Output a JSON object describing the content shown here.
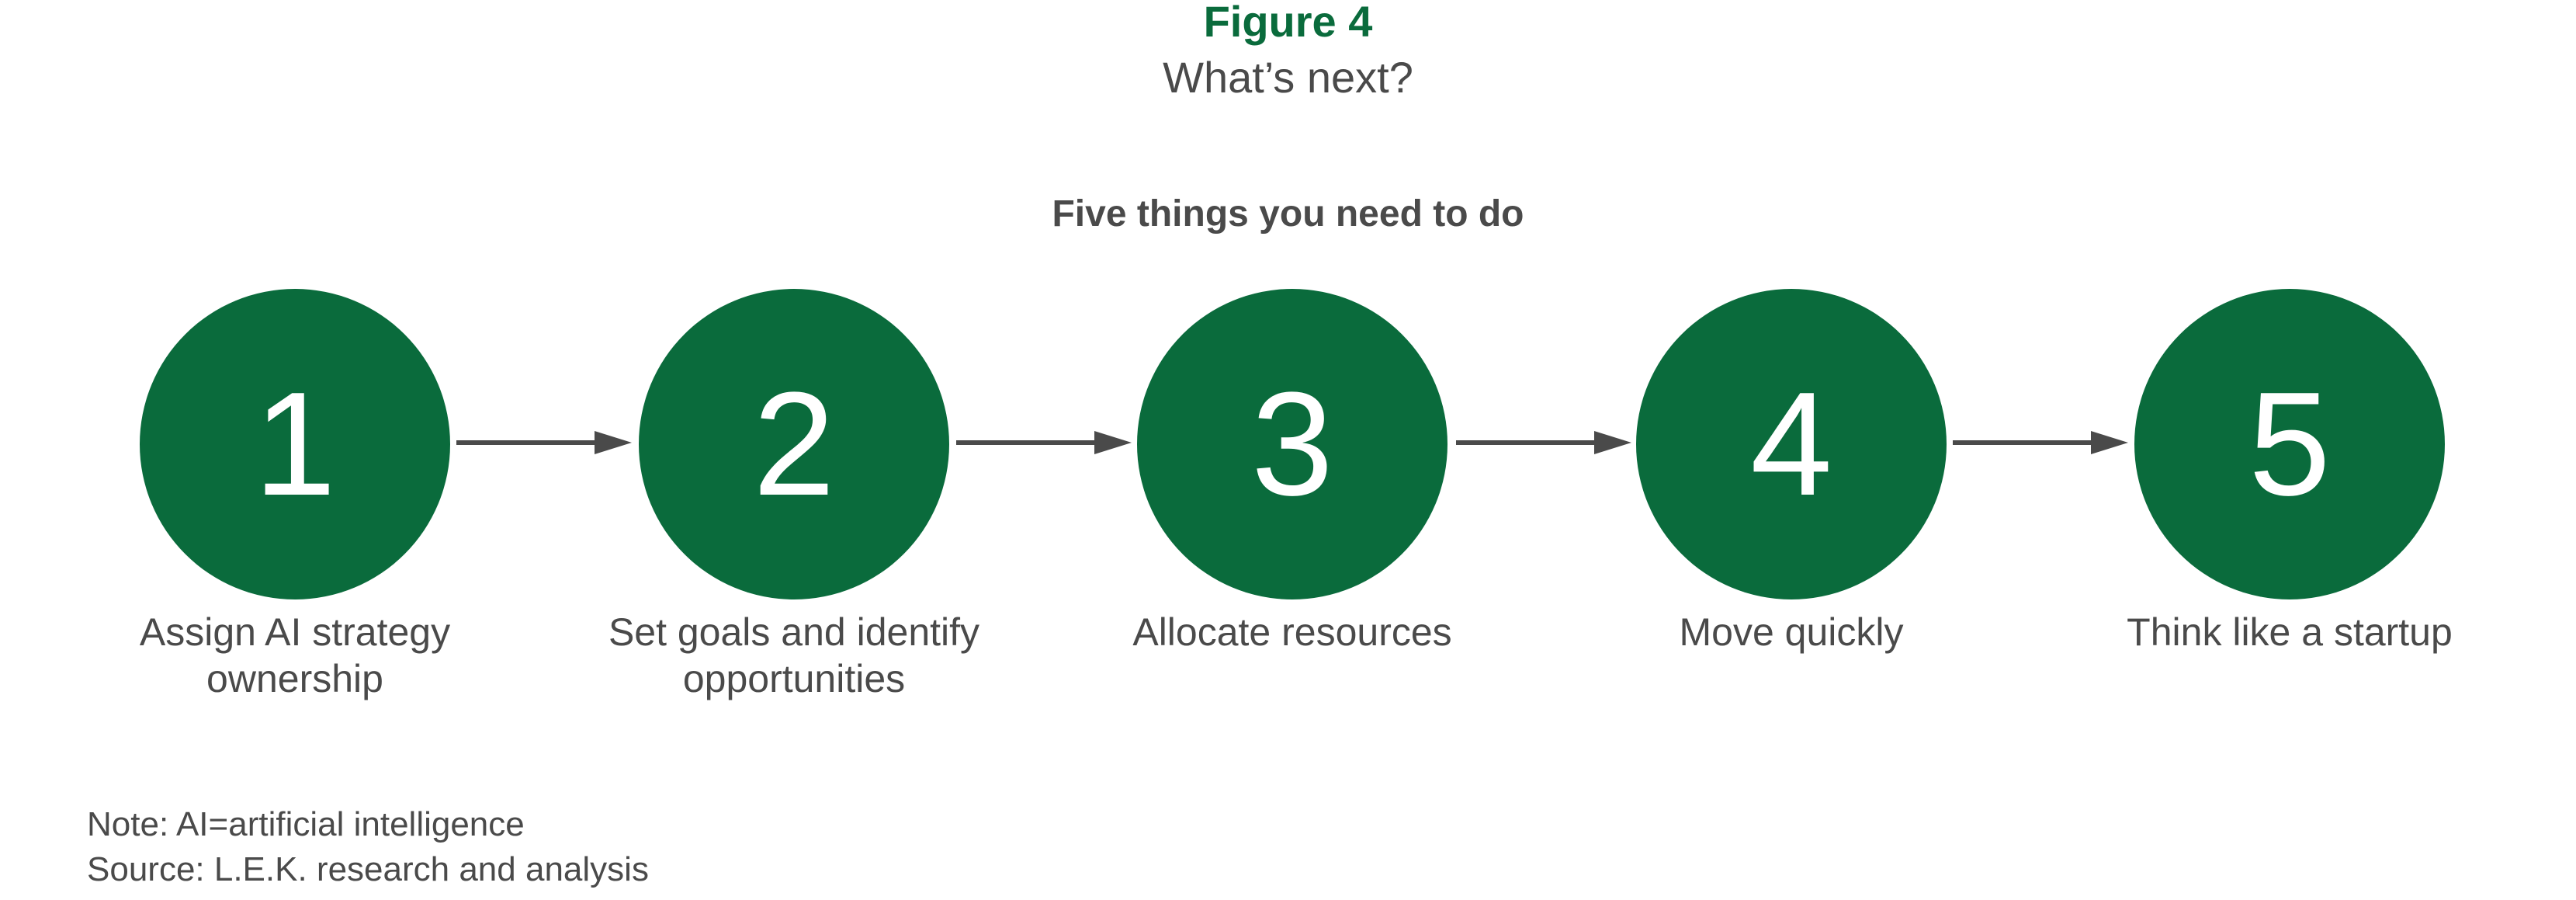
{
  "figure": {
    "label": "Figure 4",
    "title": "What’s next?",
    "subtitle": "Five things you need to do"
  },
  "steps": [
    {
      "number": "1",
      "label_lines": [
        "Assign AI strategy",
        "ownership"
      ]
    },
    {
      "number": "2",
      "label_lines": [
        "Set goals and identify",
        "opportunities"
      ]
    },
    {
      "number": "3",
      "label_lines": [
        "Allocate resources"
      ]
    },
    {
      "number": "4",
      "label_lines": [
        "Move quickly"
      ]
    },
    {
      "number": "5",
      "label_lines": [
        "Think like a startup"
      ]
    }
  ],
  "footer": {
    "note": "Note: AI=artificial intelligence",
    "source": "Source: L.E.K. research and analysis"
  },
  "colors": {
    "accent_green": "#0a6b3c",
    "text_gray": "#4a4a4a",
    "arrow_gray": "#4a4a4a"
  }
}
